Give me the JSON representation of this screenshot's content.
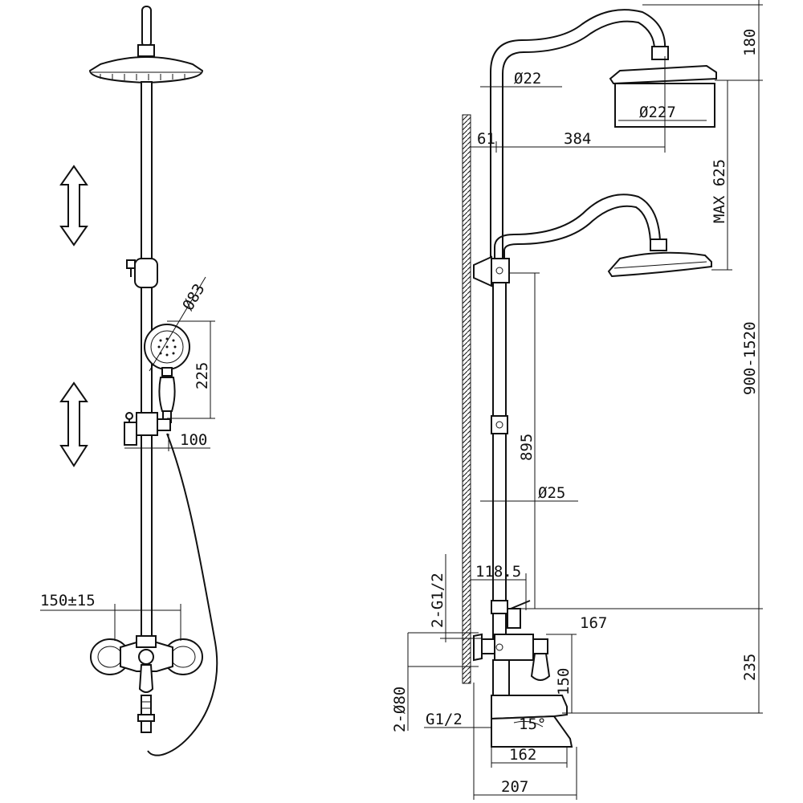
{
  "dimensions": {
    "spread": "150±15",
    "hand_diameter": "Ø83",
    "hand_length": "225",
    "holder_offset": "100",
    "top_diameter": "Ø22",
    "head_height": "180",
    "head_diameter": "Ø227",
    "wall_offset": "61",
    "arm_reach": "384",
    "max_adjust": "MAX 625",
    "total_height": "900-1520",
    "riser_length": "895",
    "rail_diameter": "Ø25",
    "thread_top": "2-G1/2",
    "depth_valve": "118.5",
    "valve_level": "167",
    "valve_height": "235",
    "flange_diameter": "2-Ø80",
    "spout_drop": "150",
    "thread_bottom": "G1/2",
    "spout_angle": "15°",
    "spout_reach": "162",
    "total_depth": "207"
  }
}
